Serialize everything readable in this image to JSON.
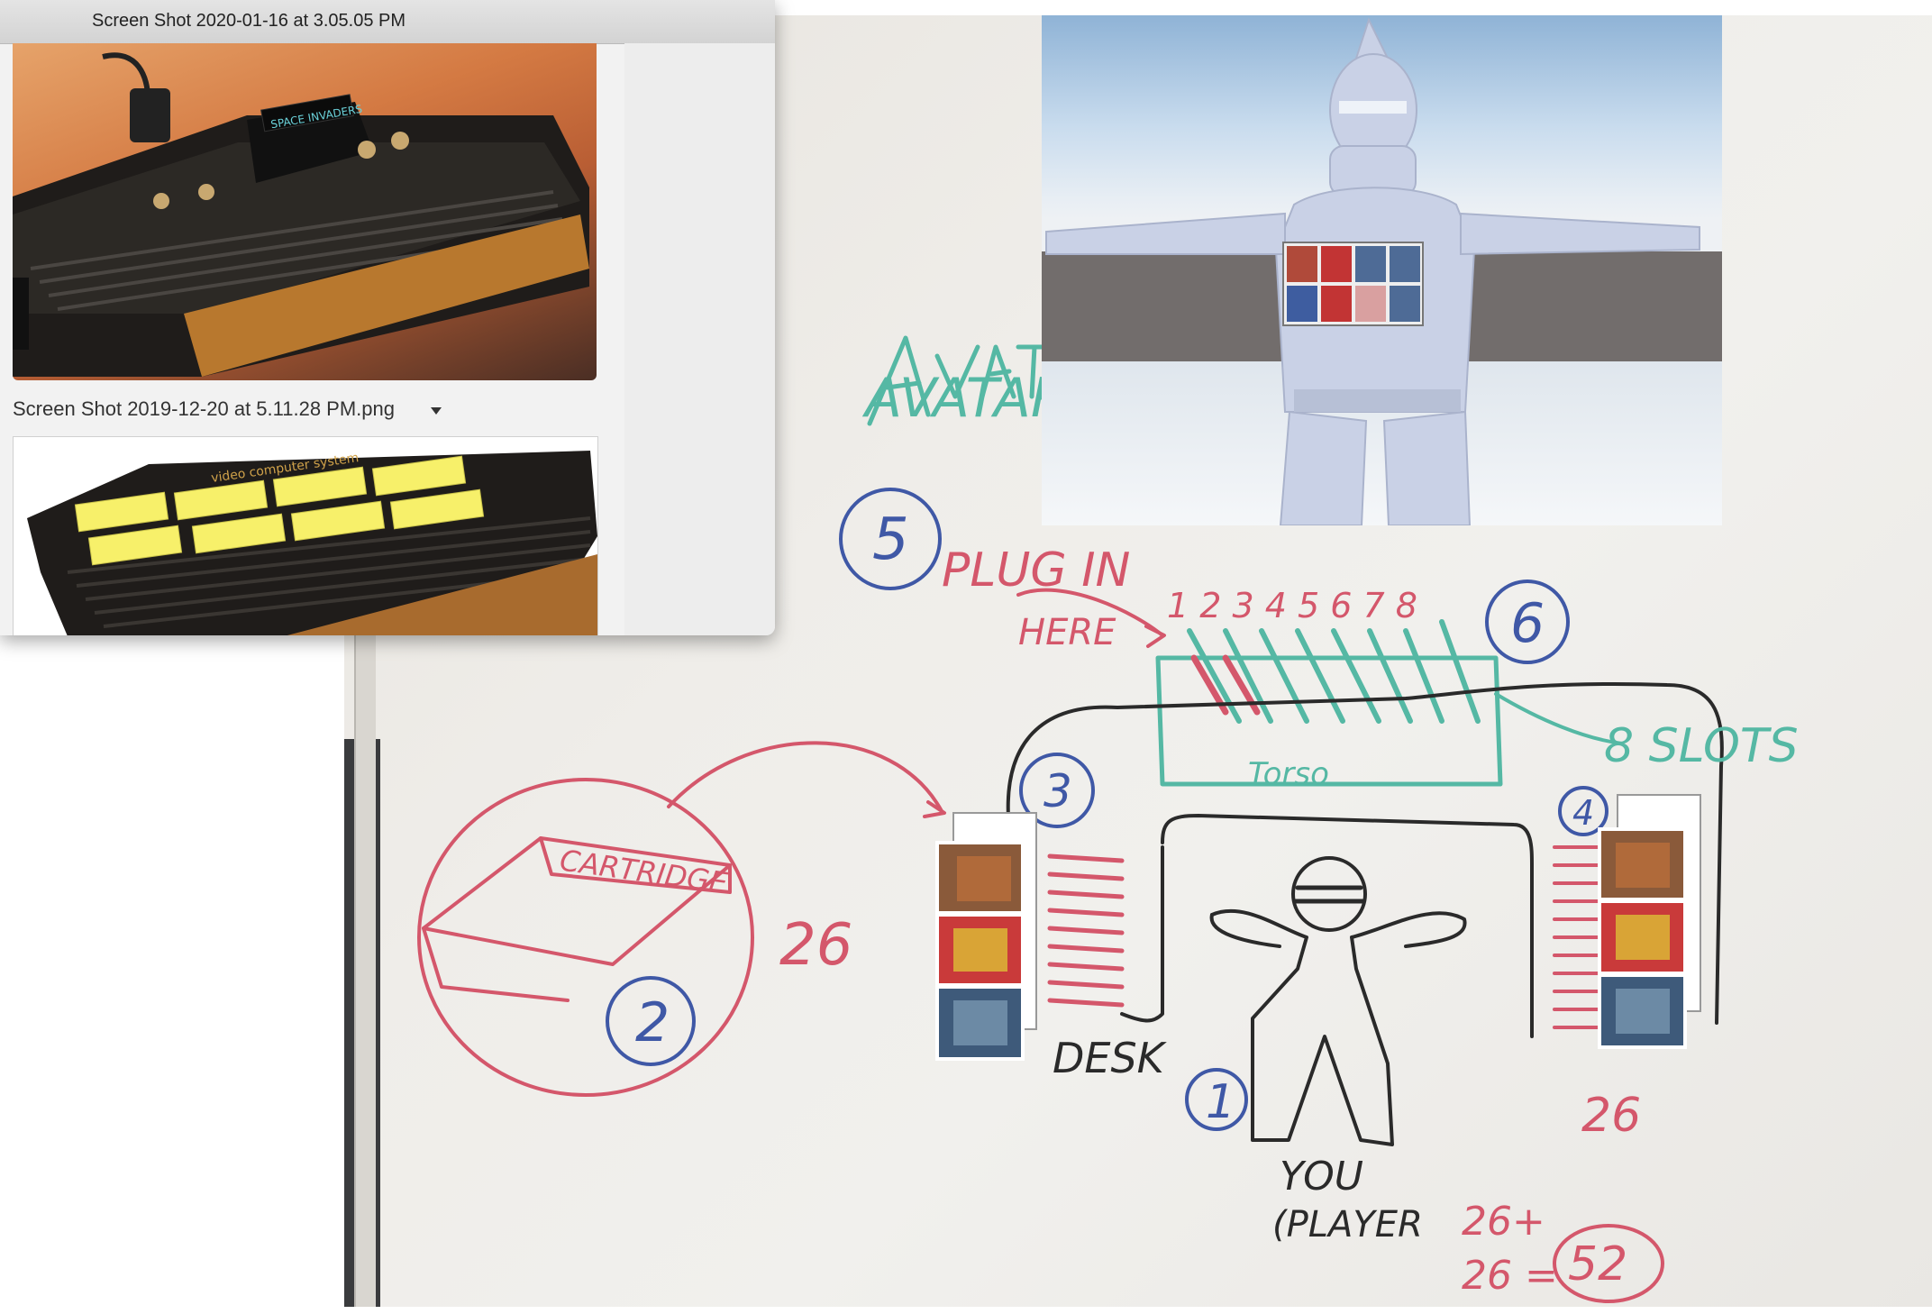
{
  "window": {
    "title": "Screen Shot 2020-01-16 at 3.05.05 PM",
    "items": [
      {
        "caption": "Screen Shot 2019-12-20 at 5.11.28 PM.png"
      }
    ],
    "dropdown_icon": "chevron-down-icon"
  },
  "thumb1": {
    "cartridge_label": "SPACE INVADERS"
  },
  "thumb2": {
    "brand_text": "video computer system"
  },
  "whiteboard": {
    "avatar_label": "AVATAR",
    "plug_in": "PLUG IN",
    "here": "HERE",
    "slot_numbers": "1 2 3 4 5 6 7 8",
    "slots_label": "8 SLOTS",
    "torso_label": "Torso",
    "cartridge_label": "CARTRIDGE",
    "desk_label": "DESK",
    "you_label": "YOU",
    "player_label": "(PLAYER",
    "count_left": "26",
    "count_right": "26",
    "sum_line1": "26+",
    "sum_line2": "26 =",
    "sum_total": "52",
    "step_1": "1",
    "step_2": "2",
    "step_3": "3",
    "step_4": "4",
    "step_5": "5",
    "step_6": "6"
  },
  "colors": {
    "red_marker": "#d4576b",
    "teal_marker": "#55b8a4",
    "blue_marker": "#3f58a6",
    "black_marker": "#2a2a2a",
    "cartridge_yellow": "#f7f06a"
  }
}
